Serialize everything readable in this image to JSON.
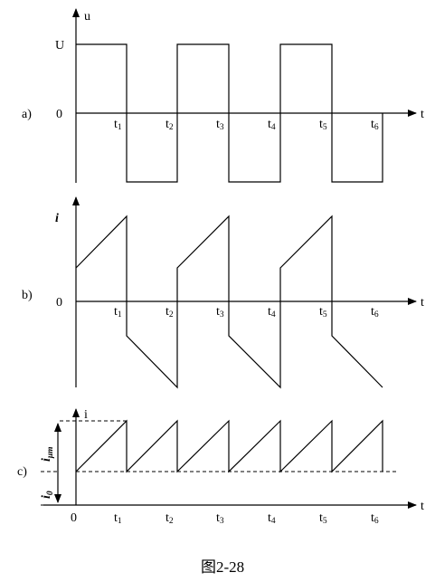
{
  "panels": [
    {
      "tag": "a)",
      "y_label": "u",
      "x_label": "t",
      "level_label": "U",
      "zero_label": "0"
    },
    {
      "tag": "b)",
      "y_label": "i",
      "x_label": "t",
      "zero_label": "0"
    },
    {
      "tag": "c)",
      "y_label": "i",
      "x_label": "t",
      "zero_label": "0"
    }
  ],
  "time_labels": [
    {
      "base": "t",
      "sub": "1"
    },
    {
      "base": "t",
      "sub": "2"
    },
    {
      "base": "t",
      "sub": "3"
    },
    {
      "base": "t",
      "sub": "4"
    },
    {
      "base": "t",
      "sub": "5"
    },
    {
      "base": "t",
      "sub": "6"
    }
  ],
  "magnetizing_current_label": {
    "base": "i",
    "sub": "μm"
  },
  "offset_current_label": {
    "base": "i",
    "sub": "0"
  },
  "caption": "图2-28"
}
